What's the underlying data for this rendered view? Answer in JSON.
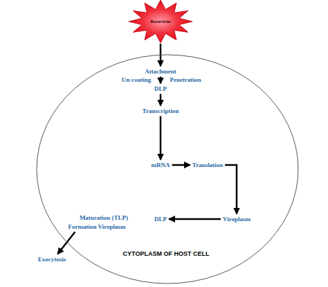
{
  "diagram": {
    "nodes": [
      {
        "text": [
          "Rotavirus"
        ]
      },
      {
        "text": [
          "CYTOPLASM OF HOST CELL"
        ]
      },
      {
        "text": [
          "Attachment"
        ],
        "in": 1
      },
      {
        "text": [
          "DLP"
        ],
        "in": 1
      },
      {
        "text": [
          "Transcription"
        ],
        "in": 1
      },
      {
        "text": [
          "mRNA"
        ],
        "in": 1
      },
      {
        "text": [
          "Translation"
        ],
        "in": 1
      },
      {
        "text": [
          "Viroplasm"
        ],
        "in": 1
      },
      {
        "text": [
          "DLP"
        ],
        "in": 1
      },
      {
        "text": [
          "Maturation (TLP)"
        ],
        "in": 1
      },
      {
        "text": [
          "Formation Viroplasm"
        ],
        "in": 1
      },
      {
        "text": [
          "Exocytosis"
        ]
      }
    ],
    "edges": [
      {
        "from": 0,
        "to": 2,
        "arrow": "to"
      },
      {
        "from": 2,
        "to": 3,
        "arrow": "to"
      },
      {
        "from": 3,
        "to": 4,
        "arrow": "to"
      },
      {
        "from": 4,
        "to": 5,
        "arrow": "to"
      },
      {
        "from": 5,
        "to": 6,
        "arrow": "to"
      },
      {
        "from": 6,
        "to": 7,
        "arrow": "to"
      },
      {
        "from": 7,
        "to": 8,
        "arrow": "to"
      },
      {
        "from": 10,
        "to": 11,
        "arrow": "to"
      }
    ],
    "labels": [
      "Un-coating",
      "Penetration"
    ]
  }
}
